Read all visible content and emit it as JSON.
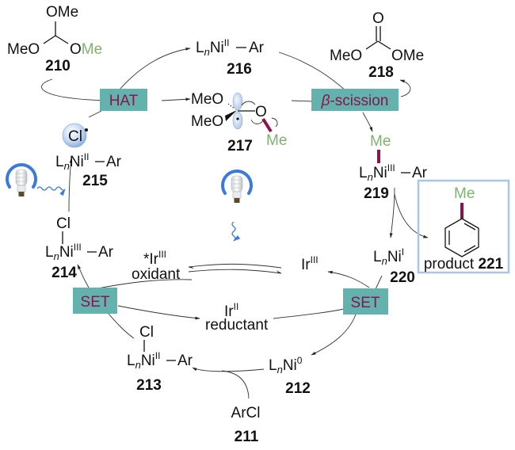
{
  "diagram": {
    "title": "Ni/Ir dual photoredox catalytic cycle: methylation of aryl chloride via trimethyl orthoformate",
    "steps": {
      "hat": "HAT",
      "beta_scission": "β-scission",
      "beta_symbol": "β",
      "beta_rest": "-scission",
      "set_left": "SET",
      "set_right": "SET"
    },
    "compounds": {
      "c210": {
        "number": "210",
        "top": "OMe",
        "left": "MeO",
        "right_o": "O",
        "right_me": "Me"
      },
      "c211": {
        "number": "211",
        "formula": "ArCl"
      },
      "c212": {
        "number": "212",
        "L": "L",
        "n": "n",
        "metal": "Ni",
        "ox": "0"
      },
      "c213": {
        "number": "213",
        "L": "L",
        "n": "n",
        "metal": "Ni",
        "ox": "II",
        "ligand_top": "Cl",
        "aryl": "Ar"
      },
      "c214": {
        "number": "214",
        "L": "L",
        "n": "n",
        "metal": "Ni",
        "ox": "III",
        "ligand_top": "Cl",
        "aryl": "Ar"
      },
      "c215": {
        "number": "215",
        "L": "L",
        "n": "n",
        "metal": "Ni",
        "ox": "II",
        "aryl": "Ar",
        "radical": "Cl"
      },
      "c216": {
        "number": "216",
        "L": "L",
        "n": "n",
        "metal": "Ni",
        "ox": "II",
        "aryl": "Ar"
      },
      "c217": {
        "number": "217",
        "meo1": "MeO",
        "meo2": "MeO",
        "o": "O",
        "me": "Me"
      },
      "c218": {
        "number": "218",
        "o_top": "O",
        "left": "MeO",
        "right": "OMe"
      },
      "c219": {
        "number": "219",
        "L": "L",
        "n": "n",
        "metal": "Ni",
        "ox": "III",
        "aryl": "Ar",
        "methyl": "Me"
      },
      "c220": {
        "number": "220",
        "L": "L",
        "n": "n",
        "metal": "Ni",
        "ox": "I"
      },
      "c221": {
        "label": "product",
        "number": "221",
        "methyl": "Me"
      }
    },
    "iridium": {
      "excited": {
        "prefix": "*Ir",
        "ox": "III",
        "role": "oxidant"
      },
      "ground": {
        "prefix": "Ir",
        "ox": "III"
      },
      "reduced": {
        "prefix": "Ir",
        "ox": "II",
        "role": "reductant"
      }
    },
    "icons": [
      "light-bulb-icon",
      "light-bulb-icon"
    ],
    "colors": {
      "step_box": "#63b2ad",
      "step_text": "#8a1450",
      "methyl_green": "#7fb26e",
      "bold_bond": "#8a1450",
      "product_border": "#a9c6ea",
      "light_blue": "#3b7ad9"
    }
  }
}
